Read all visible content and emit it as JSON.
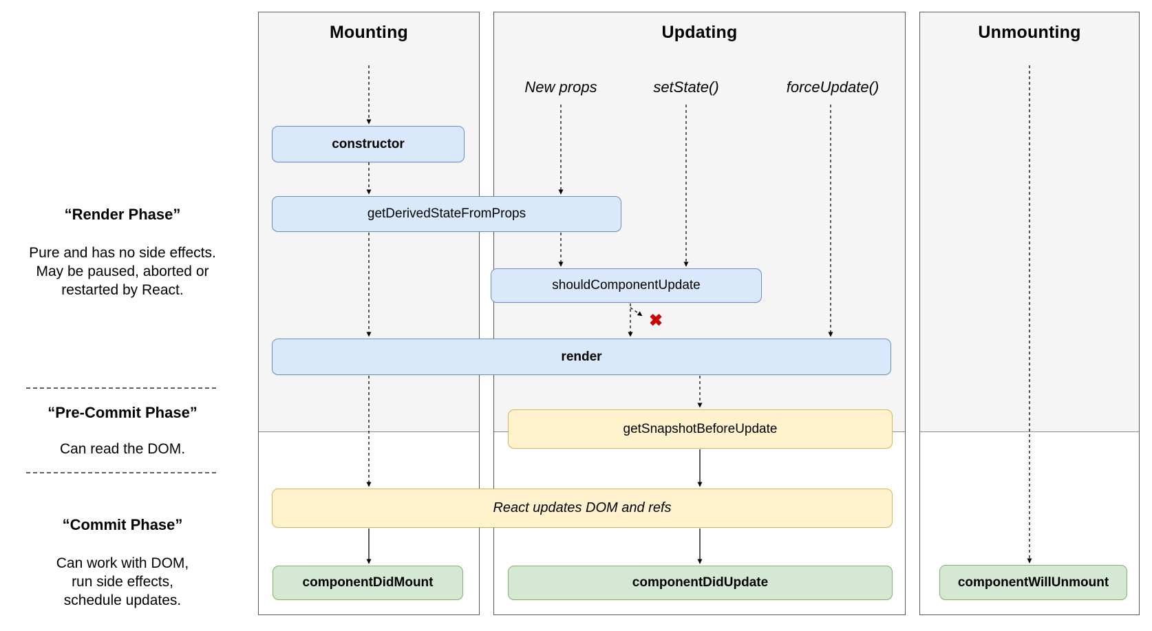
{
  "columns": [
    {
      "title": "Mounting"
    },
    {
      "title": "Updating"
    },
    {
      "title": "Unmounting"
    }
  ],
  "triggers": [
    {
      "label": "New props"
    },
    {
      "label": "setState()"
    },
    {
      "label": "forceUpdate()"
    }
  ],
  "phases": [
    {
      "title": "“Render Phase”",
      "description": "Pure and has no side effects.\nMay be paused, aborted or\nrestarted by React."
    },
    {
      "title": "“Pre-Commit Phase”",
      "description": "Can read the DOM."
    },
    {
      "title": "“Commit Phase”",
      "description": "Can work with DOM,\nrun side effects,\nschedule updates."
    }
  ],
  "methods": {
    "constructor": "constructor",
    "get_derived_state_from_props": "getDerivedStateFromProps",
    "should_component_update": "shouldComponentUpdate",
    "render": "render",
    "get_snapshot_before_update": "getSnapshotBeforeUpdate",
    "react_updates_dom": "React updates DOM and refs",
    "component_did_mount": "componentDidMount",
    "component_did_update": "componentDidUpdate",
    "component_will_unmount": "componentWillUnmount"
  },
  "icons": {
    "halt_x": "✖"
  },
  "colors": {
    "blue_fill": "#dae8fc",
    "blue_border": "#6c8ebf",
    "yellow_fill": "#fff2cc",
    "yellow_border": "#d6b656",
    "green_fill": "#d5e8d4",
    "green_border": "#82b366",
    "phase_background": "#f5f5f5",
    "halt_x": "#cc0000"
  }
}
